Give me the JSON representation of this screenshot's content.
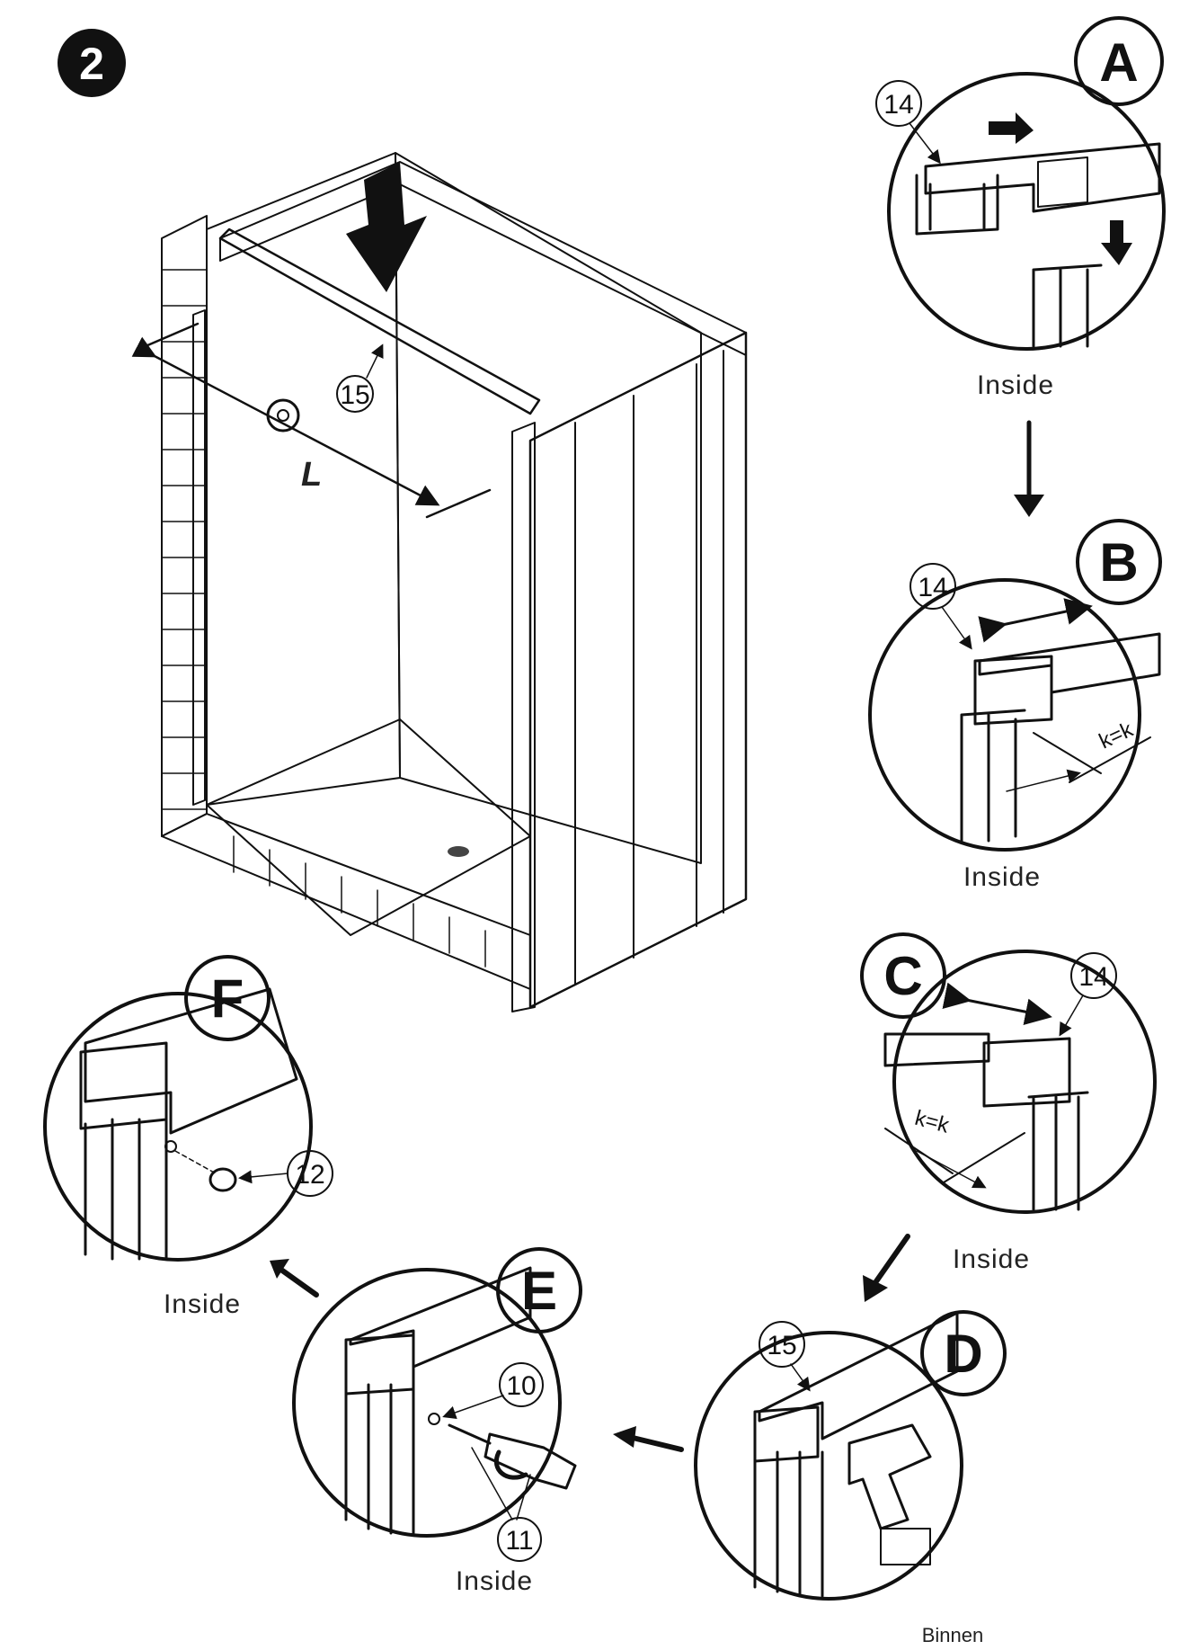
{
  "step": {
    "number": "2"
  },
  "main": {
    "dimension_label": "L",
    "part_label": "15"
  },
  "details": {
    "A": {
      "letter": "A",
      "part": "14",
      "caption": "Inside"
    },
    "B": {
      "letter": "B",
      "part": "14",
      "measure": "k=k",
      "caption": "Inside"
    },
    "C": {
      "letter": "C",
      "part": "14",
      "measure": "k=k",
      "caption": "Inside"
    },
    "D": {
      "letter": "D",
      "part": "15",
      "caption": "Binnen"
    },
    "E": {
      "letter": "E",
      "part_screw": "10",
      "part_tool": "11",
      "caption": "Inside"
    },
    "F": {
      "letter": "F",
      "part": "12",
      "caption": "Inside"
    }
  }
}
